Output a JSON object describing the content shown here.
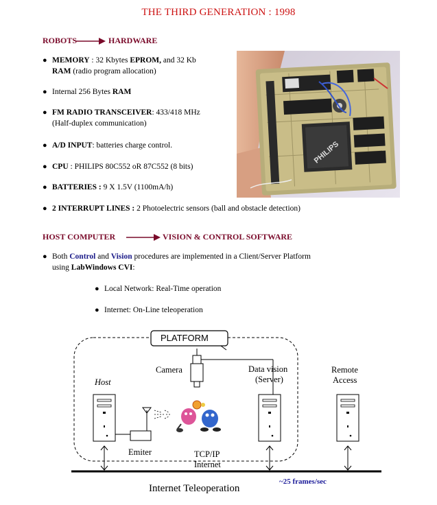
{
  "title": "THE THIRD GENERATION : 1998",
  "robots_section": {
    "left": "ROBOTS",
    "right": "HARDWARE"
  },
  "specs": [
    {
      "bold": "MEMORY",
      "rest": " : 32 Kbytes ",
      "bold2": "EPROM,",
      "rest2": " and 32 Kb",
      "line2_bold": "RAM",
      "line2_rest": " (radio program allocation)"
    },
    {
      "pre": "Internal 256 Bytes ",
      "bold": "RAM"
    },
    {
      "bold": "FM RADIO TRANSCEIVER",
      "rest": ":  433/418  MHz",
      "line2": "(Half-duplex communication)"
    },
    {
      "bold": "A/D INPUT",
      "rest": ": batteries charge control."
    },
    {
      "bold": "CPU",
      "rest": " : PHILIPS 80C552  oR 87C552 (8 bits)"
    },
    {
      "bold": "BATTERIES : ",
      "rest": "9 X  1.5V (1100mA/h)"
    },
    {
      "bold": "2 INTERRUPT LINES : ",
      "rest": "2 Photoelectric sensors (ball and obstacle detection)"
    }
  ],
  "host_section": {
    "left": "HOST COMPUTER",
    "right": "VISION & CONTROL SOFTWARE"
  },
  "software": {
    "line1_pre": "Both ",
    "control": "Control",
    "and": " and ",
    "vision": "Vision",
    "line1_post": " procedures are implemented in a Client/Server Platform",
    "line2_pre": "using ",
    "labwindows": "LabWindows CVI",
    "line2_post": ":",
    "sub": [
      "Local Network: Real-Time operation",
      "Internet: On-Line teleoperation"
    ]
  },
  "diagram": {
    "platform": "PLATFORM",
    "camera": "Camera",
    "host": "Host",
    "data_vision": "Data vision",
    "server": "(Server)",
    "remote": "Remote",
    "access": "Access",
    "emiter": "Emiter",
    "tcpip": "TCP/IP",
    "internet": "Internet",
    "teleop": "Internet Teleoperation",
    "fps": "~25 frames/sec"
  },
  "photo_chip_text": "PHILIPS"
}
